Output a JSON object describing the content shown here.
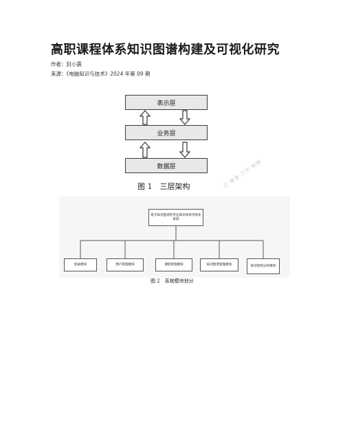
{
  "article": {
    "title": "高职课程体系知识图谱构建及可视化研究",
    "author_line": "作者：封小震",
    "source_line": "来源：《电脑知识与技术》2024 年第 09 期"
  },
  "figure1": {
    "layers": [
      "表示层",
      "业务层",
      "数据层"
    ],
    "caption": "图 1　三层架构",
    "watermark": "Ⓒ 维普·万方·知网"
  },
  "figure2": {
    "root": "基于知识图谱的专业知识体系可视化系统",
    "modules": [
      "登录模块",
      "用户管理模块",
      "课程管理模块",
      "知识图谱管理模块",
      "知识结构分析模块"
    ],
    "caption": "图 2　系统模块划分"
  }
}
